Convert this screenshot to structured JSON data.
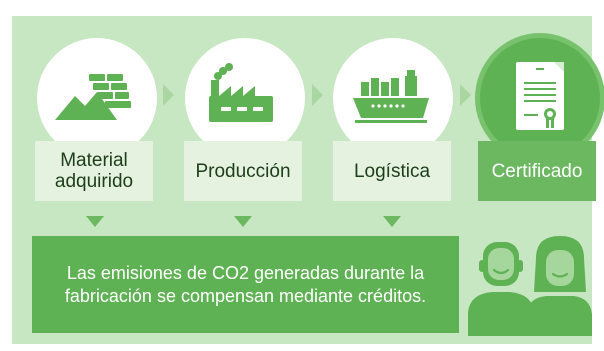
{
  "steps": [
    {
      "label": "Material adquirido",
      "icon": "mountains-blocks-icon"
    },
    {
      "label": "Producción",
      "icon": "factory-icon"
    },
    {
      "label": "Logística",
      "icon": "cargo-ship-icon"
    },
    {
      "label": "Certificado",
      "icon": "certificate-icon"
    }
  ],
  "description": "Las emisiones de CO2 generadas durante la fabricación se compensan mediante créditos.",
  "people_icon": "people-icon",
  "colors": {
    "panel": "#c7e6c2",
    "accent": "#5fb254",
    "label_bg": "#e4f2df",
    "arrow": "#a9d6a1"
  }
}
